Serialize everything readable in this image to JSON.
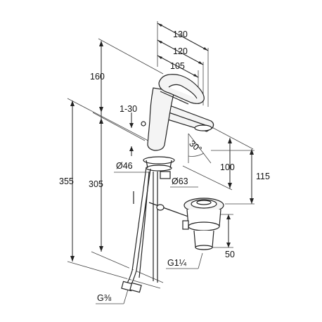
{
  "dimensions": {
    "d130": "130",
    "d120": "120",
    "d105": "105",
    "d160": "160",
    "d1_30": "1-30",
    "d355": "355",
    "d305": "305",
    "d46": "Ø46",
    "d63": "Ø63",
    "angle": "30°",
    "d100": "100",
    "d115": "115",
    "d50": "50",
    "g114": "G1¼",
    "g38": "G⅜"
  }
}
